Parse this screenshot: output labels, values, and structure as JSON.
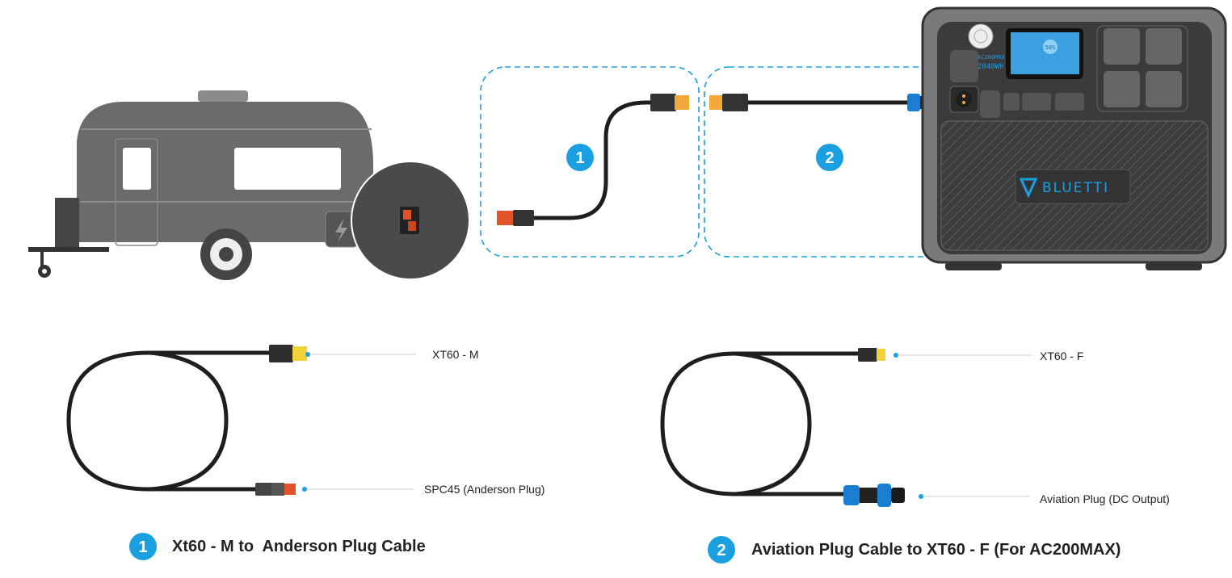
{
  "colors": {
    "accent": "#1a9fe0",
    "trailer": "#6b6b6b",
    "station_body": "#3b3b3d",
    "station_frame": "#7a7a7c",
    "xt60": "#f2d23a",
    "anderson": "#e2532a"
  },
  "diagram": {
    "step1_badge": "1",
    "step2_badge": "2",
    "station": {
      "model": "AC200MAX",
      "capacity": "2048Wh",
      "battery_display": "50%",
      "brand": "BLUETTI"
    }
  },
  "cable1": {
    "badge": "1",
    "title": "Xt60 - M to  Anderson Plug Cable",
    "top_connector_label": "XT60 - M",
    "bottom_connector_label": "SPC45 (Anderson Plug)"
  },
  "cable2": {
    "badge": "2",
    "title": "Aviation Plug Cable to XT60 - F (For AC200MAX)",
    "top_connector_label": "XT60 - F",
    "bottom_connector_label": "Aviation Plug (DC Output)"
  }
}
